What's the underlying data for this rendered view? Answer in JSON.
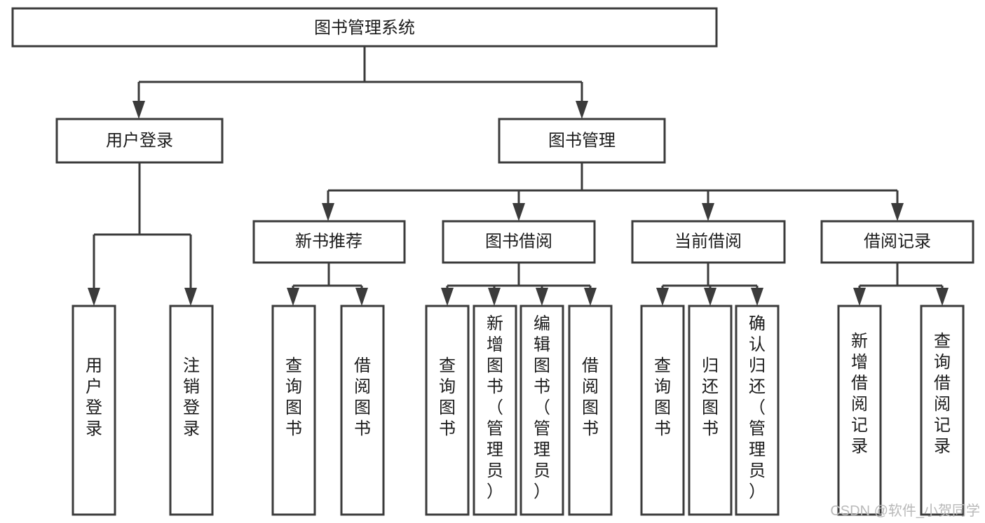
{
  "diagram": {
    "type": "tree-hierarchy",
    "title": "图书管理系统",
    "nodes": {
      "root": {
        "label": "图书管理系统",
        "level": 1,
        "orientation": "horizontal"
      },
      "l2": [
        {
          "id": "user-login",
          "label": "用户登录",
          "level": 2,
          "orientation": "horizontal"
        },
        {
          "id": "book-manage",
          "label": "图书管理",
          "level": 2,
          "orientation": "horizontal"
        }
      ],
      "l3": [
        {
          "id": "new-book-rec",
          "label": "新书推荐",
          "level": 3,
          "orientation": "horizontal"
        },
        {
          "id": "book-borrow",
          "label": "图书借阅",
          "level": 3,
          "orientation": "horizontal"
        },
        {
          "id": "current-borrow",
          "label": "当前借阅",
          "level": 3,
          "orientation": "horizontal"
        },
        {
          "id": "borrow-record",
          "label": "借阅记录",
          "level": 3,
          "orientation": "horizontal"
        }
      ],
      "leaves": {
        "user-login": [
          {
            "id": "leaf-user-login",
            "label": "用户登录",
            "orientation": "vertical"
          },
          {
            "id": "leaf-user-logout",
            "label": "注销登录",
            "orientation": "vertical"
          }
        ],
        "new-book-rec": [
          {
            "id": "leaf-query-book-1",
            "label": "查询图书",
            "orientation": "vertical"
          },
          {
            "id": "leaf-borrow-book-1",
            "label": "借阅图书",
            "orientation": "vertical"
          }
        ],
        "book-borrow": [
          {
            "id": "leaf-query-book-2",
            "label": "查询图书",
            "orientation": "vertical"
          },
          {
            "id": "leaf-add-book",
            "label": "新增图书（管理员）",
            "orientation": "vertical"
          },
          {
            "id": "leaf-edit-book",
            "label": "编辑图书（管理员）",
            "orientation": "vertical"
          },
          {
            "id": "leaf-borrow-book-2",
            "label": "借阅图书",
            "orientation": "vertical"
          }
        ],
        "current-borrow": [
          {
            "id": "leaf-query-book-3",
            "label": "查询图书",
            "orientation": "vertical"
          },
          {
            "id": "leaf-return-book",
            "label": "归还图书",
            "orientation": "vertical"
          },
          {
            "id": "leaf-confirm-return",
            "label": "确认归还（管理员）",
            "orientation": "vertical"
          }
        ],
        "borrow-record": [
          {
            "id": "leaf-add-record",
            "label": "新增借阅记录",
            "orientation": "vertical"
          },
          {
            "id": "leaf-query-record",
            "label": "查询借阅记录",
            "orientation": "vertical"
          }
        ]
      }
    },
    "colors": {
      "background": "#ffffff",
      "box_fill": "#ffffff",
      "box_stroke": "#3b3b3b",
      "text": "#1b1b1b",
      "watermark": "#b9b9b9"
    }
  },
  "watermark": {
    "label": "CSDN @软件_小贺同学"
  }
}
